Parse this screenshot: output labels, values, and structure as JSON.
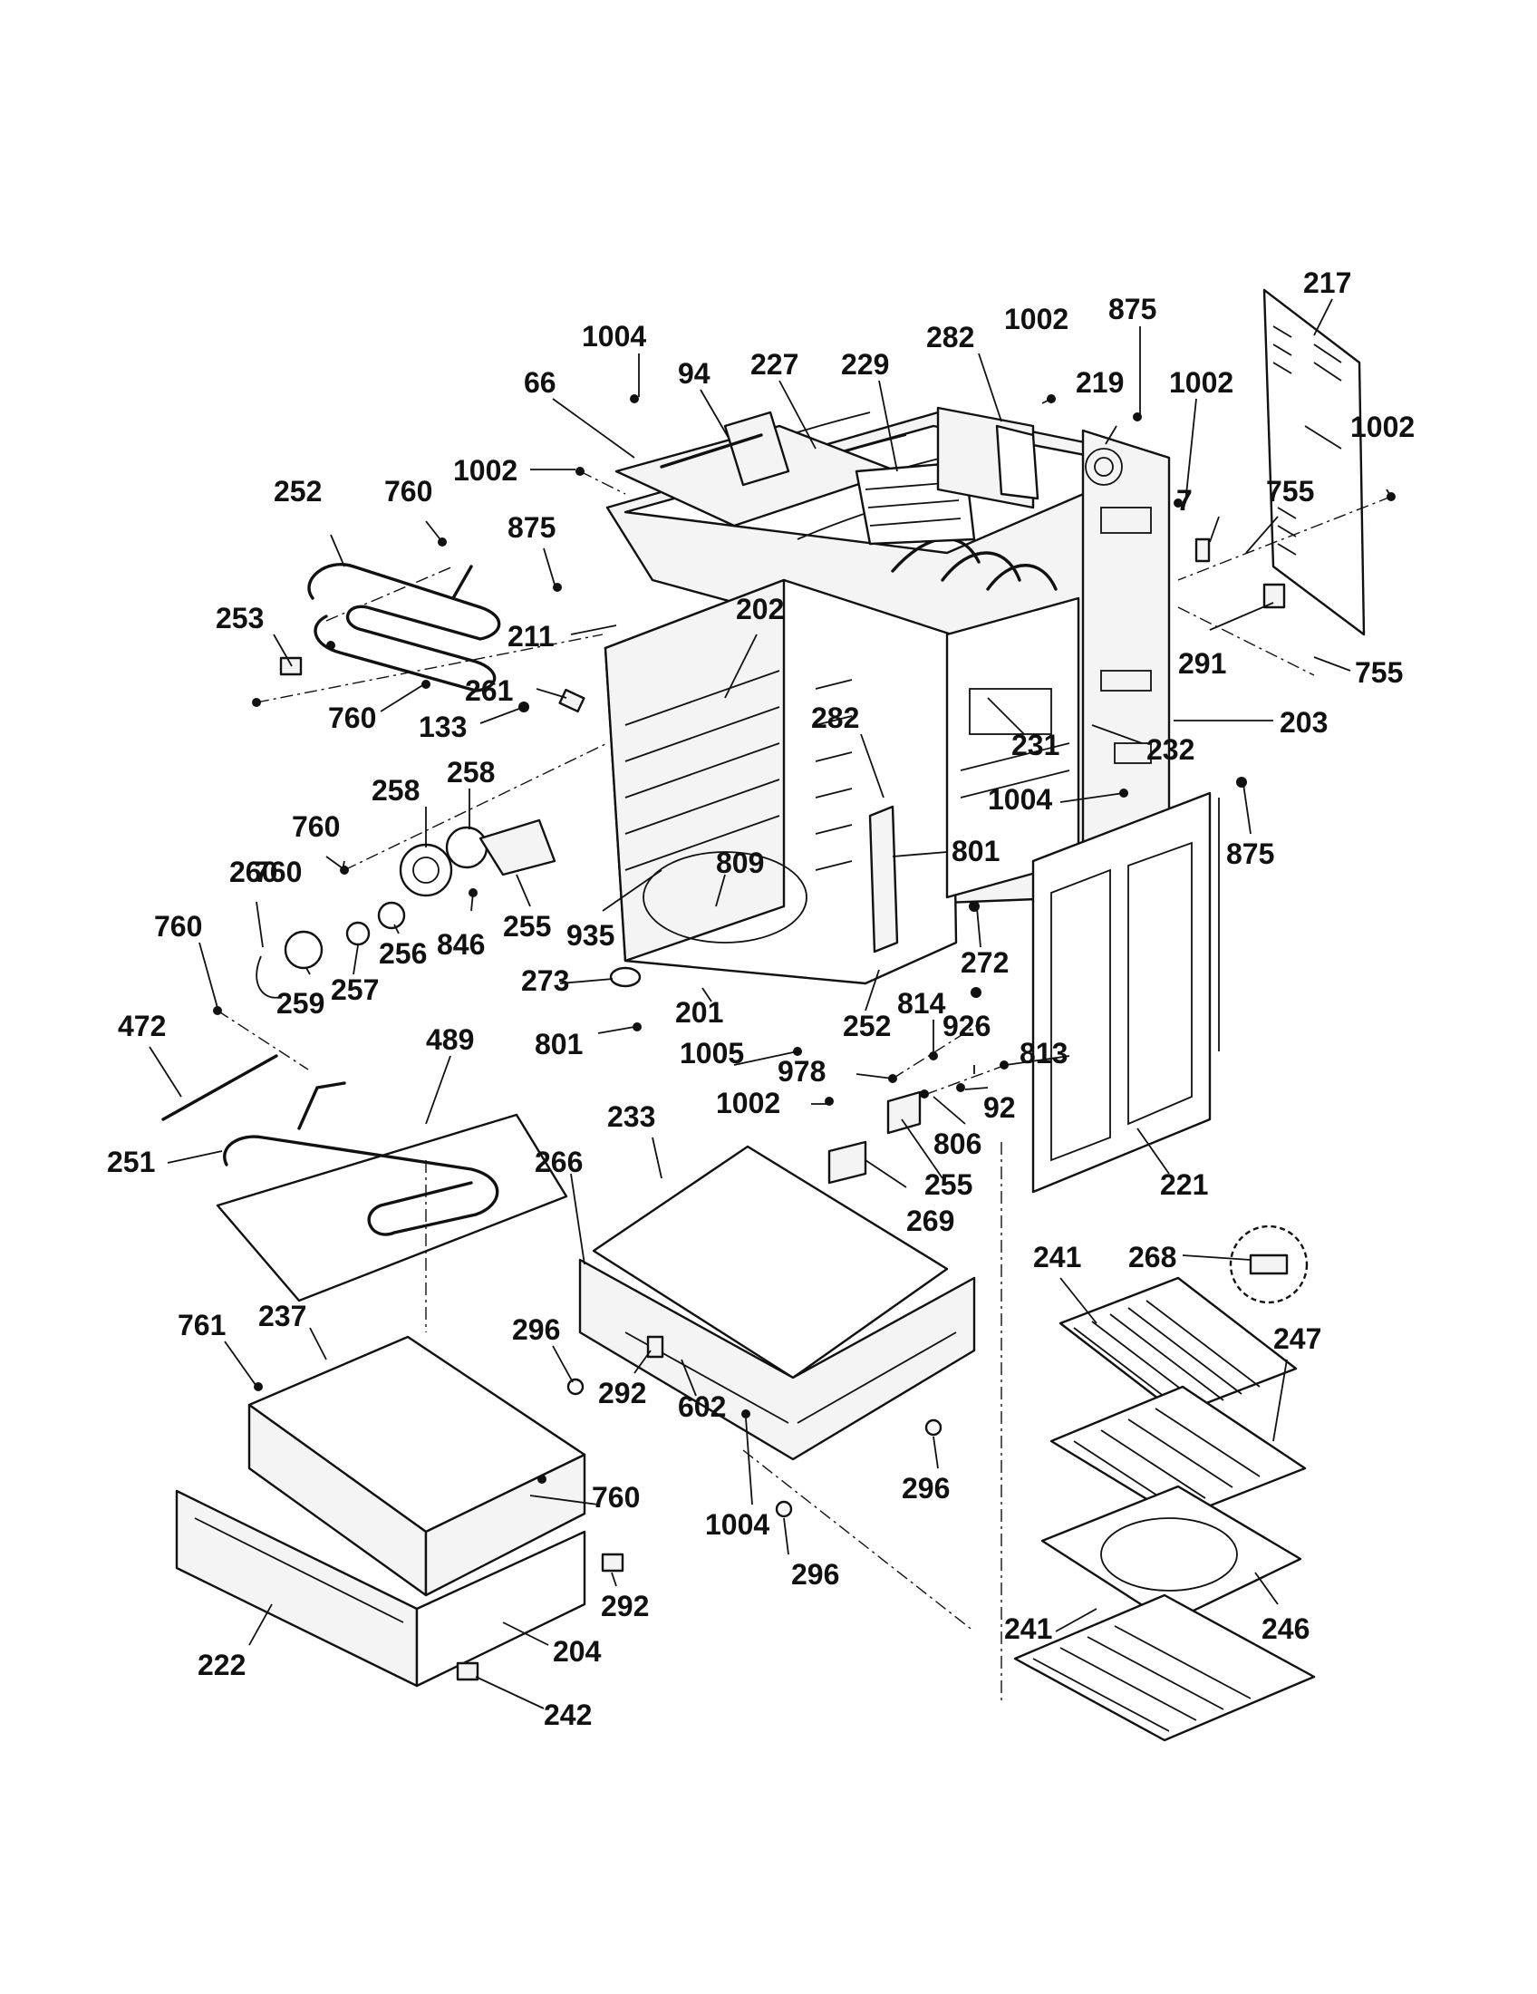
{
  "labels": [
    "1004",
    "94",
    "227",
    "229",
    "282",
    "1002",
    "875",
    "219",
    "217",
    "66",
    "1002",
    "1002",
    "1002",
    "252",
    "760",
    "875",
    "7",
    "755",
    "253",
    "211",
    "202",
    "291",
    "755",
    "261",
    "760",
    "133",
    "203",
    "231",
    "232",
    "282",
    "760",
    "258",
    "258",
    "1004",
    "875",
    "760",
    "801",
    "809",
    "260",
    "846",
    "256",
    "255",
    "935",
    "760",
    "272",
    "259",
    "257",
    "273",
    "472",
    "201",
    "814",
    "926",
    "489",
    "801",
    "1005",
    "252",
    "813",
    "978",
    "1002",
    "92",
    "251",
    "233",
    "806",
    "255",
    "266",
    "221",
    "269",
    "241",
    "268",
    "296",
    "247",
    "761",
    "237",
    "292",
    "602",
    "760",
    "296",
    "1004",
    "292",
    "296",
    "246",
    "241",
    "222",
    "204",
    "242"
  ]
}
